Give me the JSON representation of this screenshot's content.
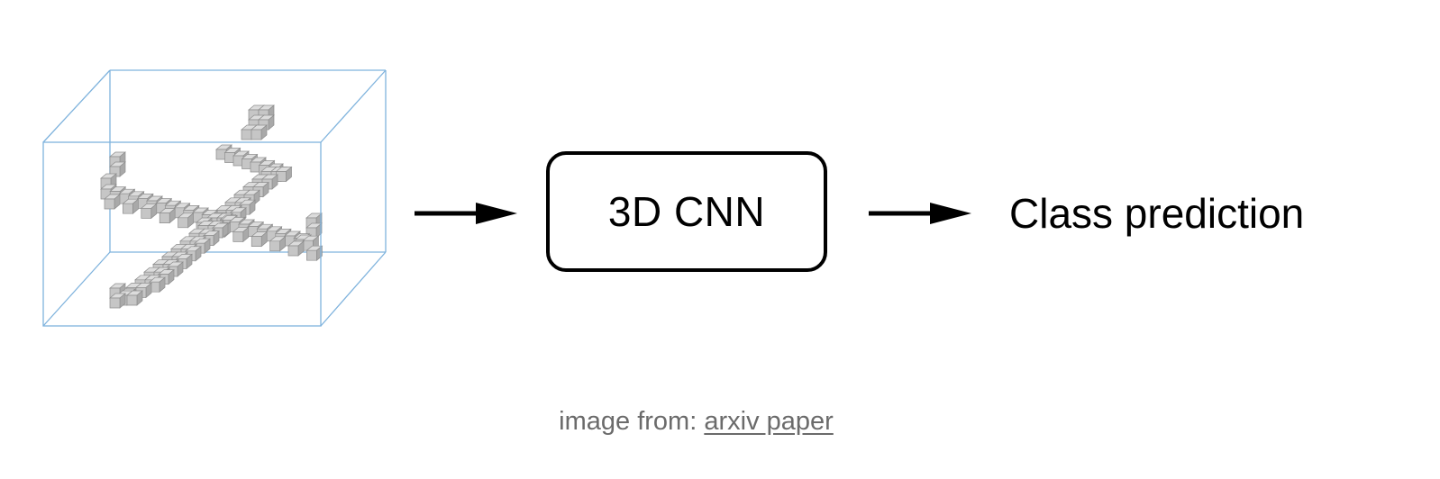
{
  "diagram": {
    "input_image": "voxel-airplane",
    "model_label": "3D CNN",
    "output_label": "Class prediction",
    "flow": [
      "voxel-airplane",
      "3D CNN",
      "Class prediction"
    ]
  },
  "caption": {
    "prefix": "image from: ",
    "link_text": "arxiv paper"
  },
  "colors": {
    "box_edge": "#7fb3dd",
    "voxel_top": "#dcdcdc",
    "voxel_front": "#c6c6c6",
    "voxel_side": "#a9a9a9",
    "voxel_edge": "#8e8e8e",
    "caption_text": "#6b6b6b"
  }
}
